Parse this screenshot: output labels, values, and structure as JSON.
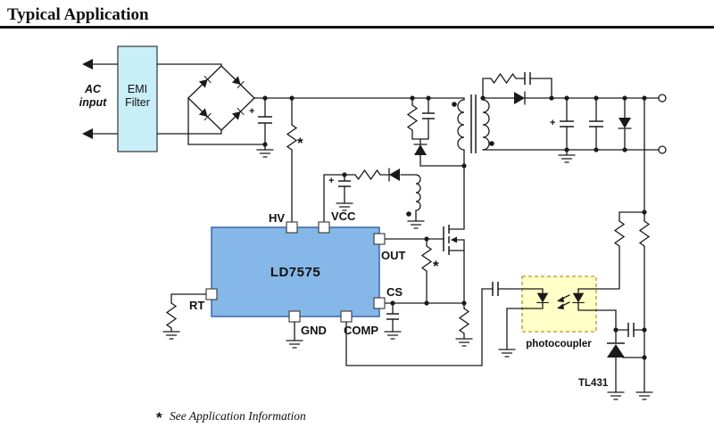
{
  "page": {
    "title": "Typical Application"
  },
  "schematic": {
    "ac_input_line1": "AC",
    "ac_input_line2": "input",
    "emi_line1": "EMI",
    "emi_line2": "Filter",
    "ic_name": "LD7575",
    "pins": {
      "hv": "HV",
      "vcc": "VCC",
      "out": "OUT",
      "cs": "CS",
      "rt": "RT",
      "gnd": "GND",
      "comp": "COMP"
    },
    "photocoupler_label": "photocoupler",
    "tl431_label": "TL431",
    "asterisk": "*",
    "plus": "+",
    "footnote_marker": "*",
    "footnote_text": "See Application Information"
  },
  "colors": {
    "label_blue": "#0000CD",
    "ic_fill": "#85B7E8",
    "ic_border": "#3A66A8",
    "ic_name_purple": "#800080",
    "emi_fill": "#C8EEF8",
    "opto_fill": "#FFFFC8",
    "opto_border": "#C09020",
    "wire": "#1a1a1a"
  }
}
